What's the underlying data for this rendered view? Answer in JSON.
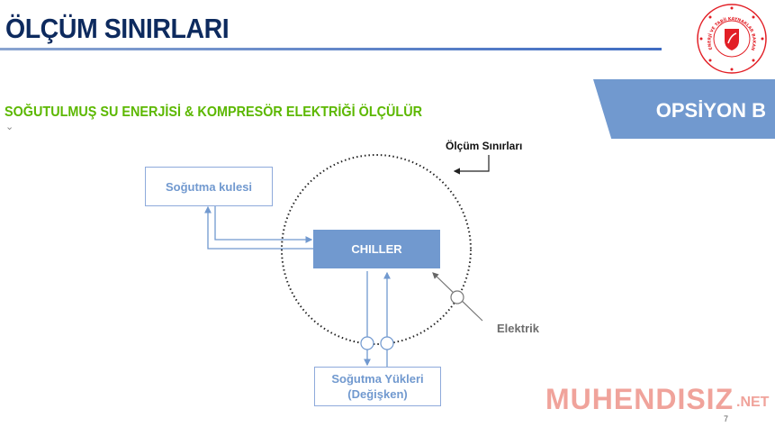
{
  "header": {
    "title": "ÖLÇÜM SINIRLARI",
    "subtitle": "SOĞUTULMUŞ SU ENERJİSİ & KOMPRESÖR ELEKTRİĞİ ÖLÇÜLÜR",
    "option_badge": "OPSİYON B",
    "ministry_seal_text": "T.C. ENERJİ VE TABİİ KAYNAKLAR BAKANLIĞI"
  },
  "diagram": {
    "boundary_label": "Ölçüm Sınırları",
    "cooling_tower": "Soğutma kulesi",
    "chiller": "CHILLER",
    "loads_line1": "Soğutma Yükleri",
    "loads_line2": "(Değişken)",
    "electric": "Elektrik"
  },
  "footer": {
    "page_number": "7",
    "watermark": "MUHENDISIZ",
    "watermark_suffix": ".NET"
  },
  "colors": {
    "title": "#0d2a5e",
    "subtitle": "#5cb800",
    "accent": "#7199cf"
  }
}
